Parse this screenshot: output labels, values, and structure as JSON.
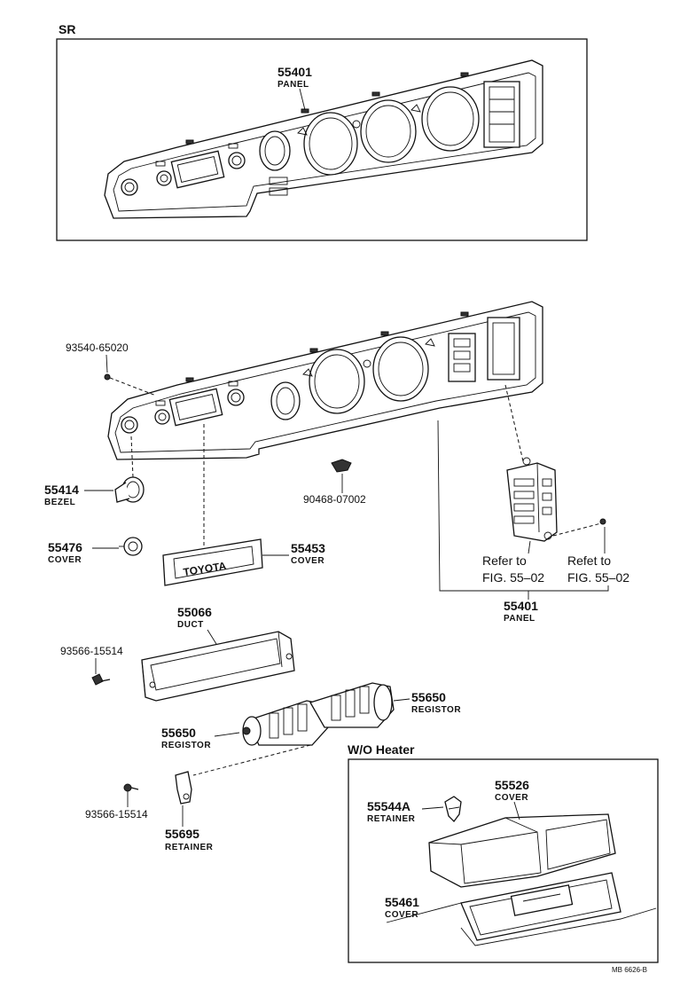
{
  "sections": {
    "sr": "SR",
    "wo_heater": "W/O Heater"
  },
  "labels": {
    "p55401_top": {
      "num": "55401",
      "name": "PANEL"
    },
    "p93540": {
      "num": "93540-65020"
    },
    "p55414": {
      "num": "55414",
      "name": "BEZEL"
    },
    "p90468": {
      "num": "90468-07002"
    },
    "p55476": {
      "num": "55476",
      "name": "COVER"
    },
    "p55453": {
      "num": "55453",
      "name": "COVER"
    },
    "ref_left": {
      "line1": "Refer to",
      "line2": "FIG. 55–02"
    },
    "ref_right": {
      "line1": "Refet to",
      "line2": "FIG. 55–02"
    },
    "p55401_mid": {
      "num": "55401",
      "name": "PANEL"
    },
    "p55066": {
      "num": "55066",
      "name": "DUCT"
    },
    "p93566_a": {
      "num": "93566-15514"
    },
    "p55650_r": {
      "num": "55650",
      "name": "REGISTOR"
    },
    "p55650_l": {
      "num": "55650",
      "name": "REGISTOR"
    },
    "p93566_b": {
      "num": "93566-15514"
    },
    "p55695": {
      "num": "55695",
      "name": "RETAINER"
    },
    "p55544a": {
      "num": "55544A",
      "name": "RETAINER"
    },
    "p55526": {
      "num": "55526",
      "name": "COVER"
    },
    "p55461": {
      "num": "55461",
      "name": "COVER"
    }
  },
  "cover_emblem": "TOYOTA",
  "drawing_code": "MB 6626-B"
}
